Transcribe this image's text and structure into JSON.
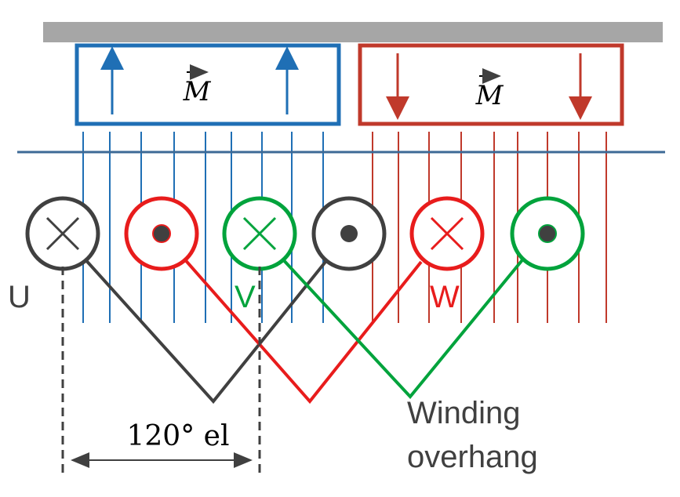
{
  "magnets": [
    {
      "label": "M",
      "direction": "up",
      "color": "#1f6fb5"
    },
    {
      "label": "M",
      "direction": "down",
      "color": "#c0392b"
    }
  ],
  "phases": [
    {
      "label": "U",
      "color": "#404040",
      "text_color": "#404040"
    },
    {
      "label": "V",
      "color": "#00a33c",
      "text_color": "#00a33c"
    },
    {
      "label": "W",
      "color": "#e81c1c",
      "text_color": "#e81c1c"
    }
  ],
  "angle_label": "120° el",
  "winding_label_line1": "Winding",
  "winding_label_line2": "overhang",
  "colors": {
    "yoke": "#a6a6a6",
    "air_gap_line": "#3d6a96",
    "blue_field": "#1f6fb5",
    "red_field": "#c0392b",
    "phase_u": "#404040",
    "phase_v": "#00a33c",
    "phase_w": "#e81c1c"
  }
}
